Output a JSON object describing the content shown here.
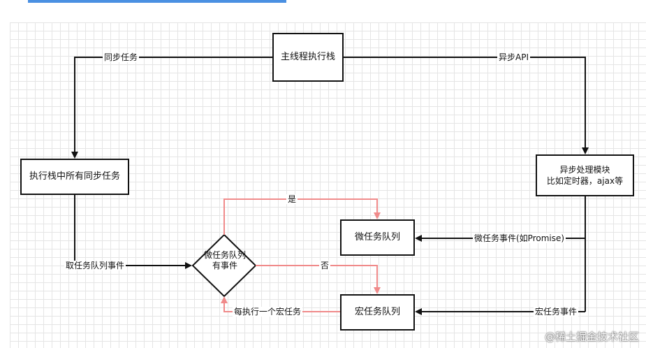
{
  "nodes": {
    "main_stack": "主线程执行栈",
    "sync_tasks_box": "执行栈中所有同步任务",
    "async_module": "异步处理模块\n比如定时器，ajax等",
    "micro_queue": "微任务队列",
    "macro_queue": "宏任务队列",
    "decision": "微任务队列\n有事件"
  },
  "edges": {
    "sync_task": "同步任务",
    "async_api": "异步API",
    "take_event": "取任务队列事件",
    "yes": "是",
    "no": "否",
    "each_macro": "每执行一个宏任务",
    "micro_event": "微任务事件(如Promise)",
    "macro_event": "宏任务事件"
  },
  "colors": {
    "black_line": "#111111",
    "pink_line": "#f08a8a",
    "accent_bar": "#4a90e2"
  },
  "watermark": "@稀土掘金技术社区"
}
